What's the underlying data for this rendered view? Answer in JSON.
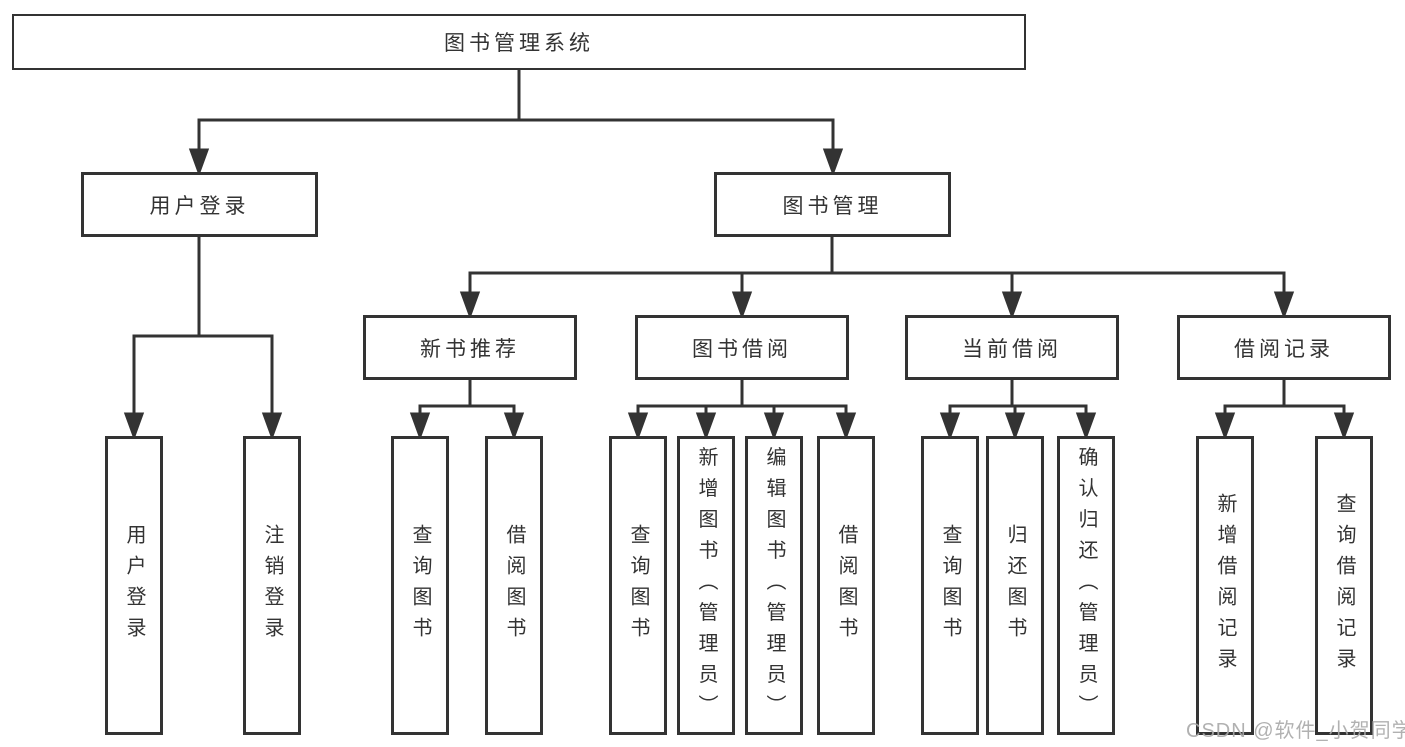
{
  "diagram": {
    "root": "图书管理系统",
    "level2": [
      "用户登录",
      "图书管理"
    ],
    "level3": [
      "新书推荐",
      "图书借阅",
      "当前借阅",
      "借阅记录"
    ],
    "leaves": [
      "用户登录",
      "注销登录",
      "查询图书",
      "借阅图书",
      "查询图书",
      "新增图书（管理员）",
      "编辑图书（管理员）",
      "借阅图书",
      "查询图书",
      "归还图书",
      "确认归还（管理员）",
      "新增借阅记录",
      "查询借阅记录"
    ]
  },
  "colors": {
    "line": "#333333",
    "box_background": "#ffffff",
    "text": "#333333",
    "watermark": "#a9a9a9"
  },
  "watermark": "CSDN @软件_小贺同学"
}
